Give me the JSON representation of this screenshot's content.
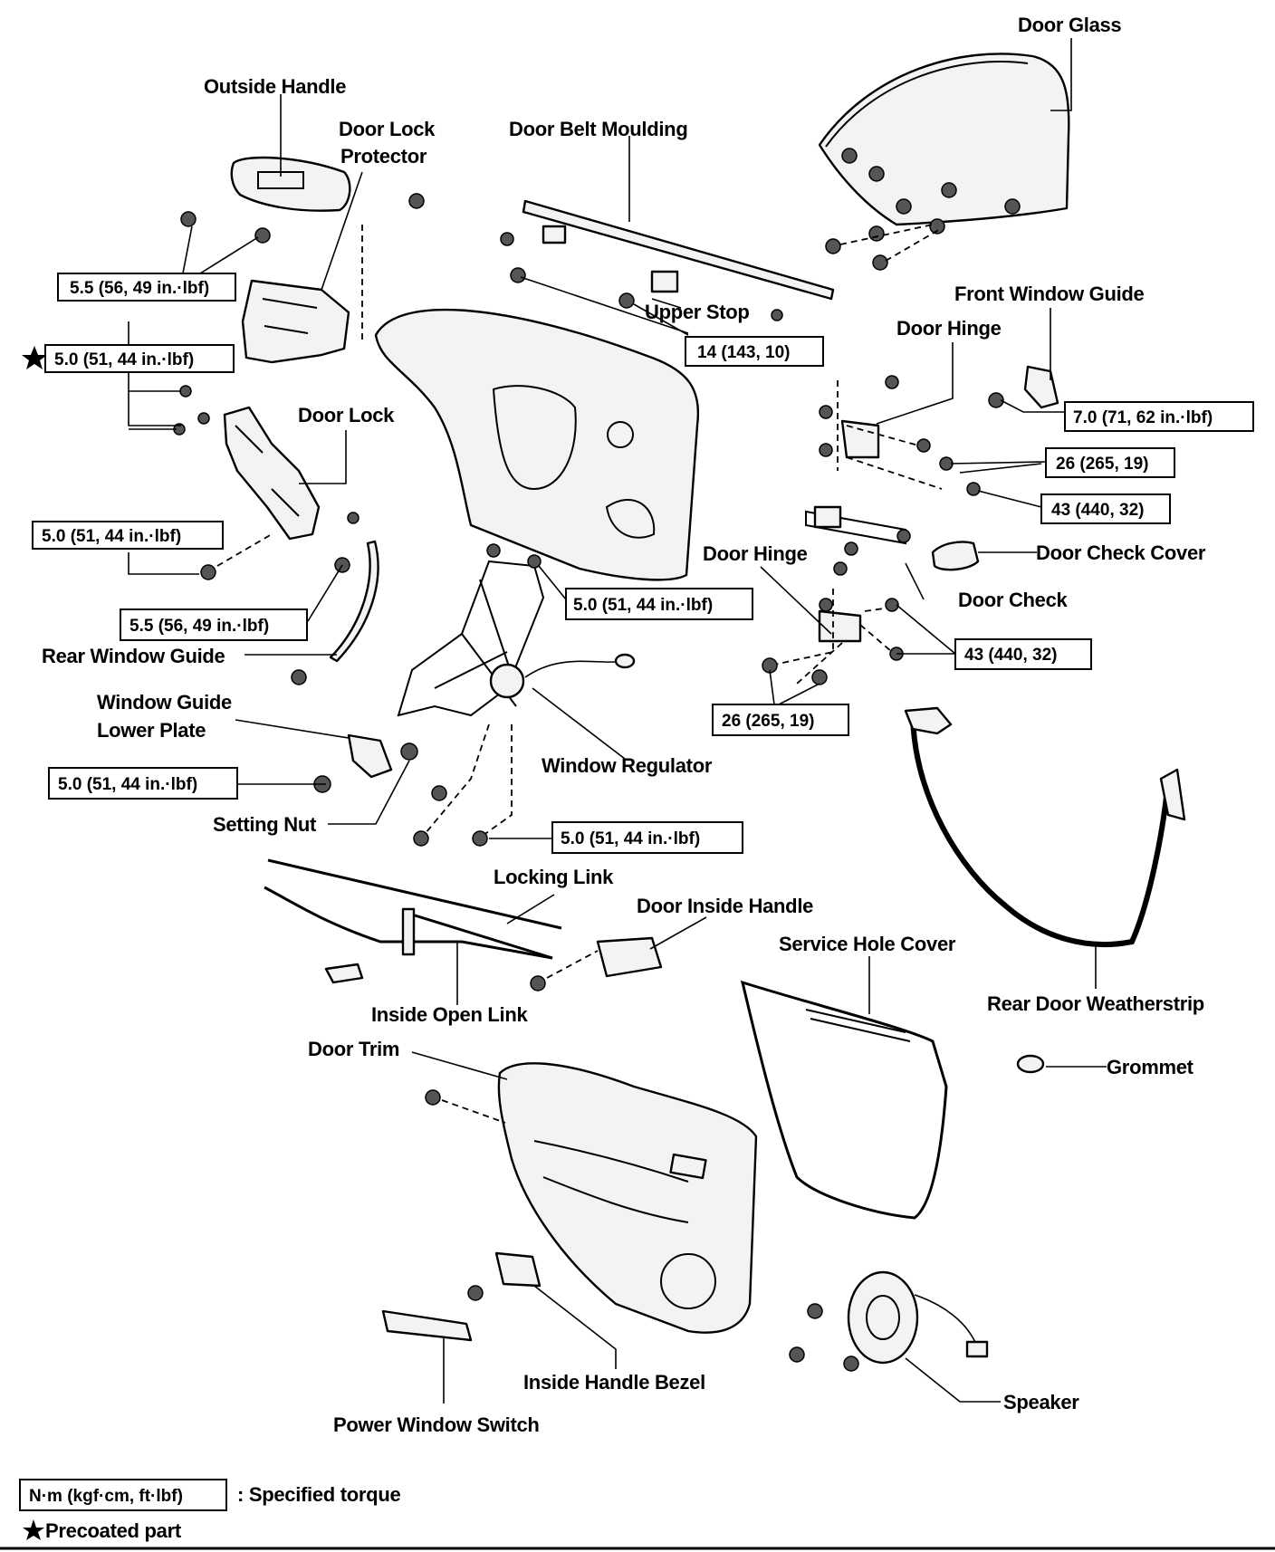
{
  "labels": {
    "door_glass": "Door Glass",
    "outside_handle": "Outside Handle",
    "door_lock_protector_1": "Door Lock",
    "door_lock_protector_2": "Protector",
    "door_belt_moulding": "Door Belt Moulding",
    "front_window_guide": "Front Window Guide",
    "upper_stop": "Upper Stop",
    "door_hinge_upper": "Door Hinge",
    "door_lock": "Door Lock",
    "door_check_cover": "Door Check Cover",
    "door_hinge_lower": "Door Hinge",
    "door_check": "Door Check",
    "rear_window_guide": "Rear Window Guide",
    "window_guide_lower_plate_1": "Window Guide",
    "window_guide_lower_plate_2": "Lower Plate",
    "window_regulator": "Window Regulator",
    "setting_nut": "Setting Nut",
    "locking_link": "Locking Link",
    "door_inside_handle": "Door Inside Handle",
    "service_hole_cover": "Service Hole Cover",
    "rear_door_weatherstrip": "Rear Door Weatherstrip",
    "inside_open_link": "Inside Open Link",
    "grommet": "Grommet",
    "door_trim": "Door Trim",
    "inside_handle_bezel": "Inside Handle Bezel",
    "speaker": "Speaker",
    "power_window_switch": "Power Window Switch"
  },
  "torque": {
    "outside_handle": "5.5 (56, 49 in.·lbf)",
    "door_lock_protector": "5.0 (51, 44 in.·lbf)",
    "door_belt": "14 (143, 10)",
    "front_window_guide": "7.0 (71, 62 in.·lbf)",
    "hinge_upper_body": "26 (265, 19)",
    "hinge_upper_door": "43 (440, 32)",
    "door_lock": "5.0 (51, 44 in.·lbf)",
    "regulator_top": "5.0 (51, 44 in.·lbf)",
    "rear_window_guide": "5.5 (56, 49 in.·lbf)",
    "hinge_lower_door": "43 (440, 32)",
    "hinge_lower_body": "26 (265, 19)",
    "lower_plate": "5.0 (51, 44 in.·lbf)",
    "regulator_bottom": "5.0 (51, 44 in.·lbf)"
  },
  "legend": {
    "unit": "N·m (kgf·cm, ft·lbf)",
    "unit_desc": ": Specified torque",
    "precoated": "Precoated part"
  }
}
